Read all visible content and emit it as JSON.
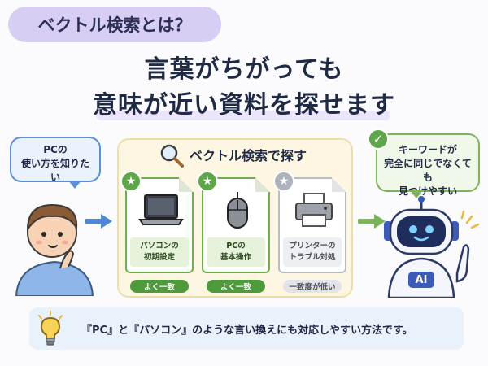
{
  "title": "ベクトル検索とは？",
  "headline": {
    "line1": "言葉がちがっても",
    "line2": "意味が近い資料を探せます"
  },
  "user_bubble": {
    "line1": "PCの",
    "line2": "使い方を知りたい"
  },
  "panel": {
    "title": "ベクトル検索で探す",
    "cards": [
      {
        "line1": "パソコンの",
        "line2": "初期設定",
        "badge": "よく一致",
        "status": "match",
        "icon": "laptop-icon"
      },
      {
        "line1": "PCの",
        "line2": "基本操作",
        "badge": "よく一致",
        "status": "match",
        "icon": "mouse-icon"
      },
      {
        "line1": "プリンターの",
        "line2": "トラブル対処",
        "badge": "一致度が低い",
        "status": "low",
        "icon": "printer-icon"
      }
    ]
  },
  "ai_bubble": {
    "line1": "キーワードが",
    "line2": "完全に同じでなくても",
    "line3": "見つけやすい"
  },
  "robot_label": "AI",
  "tip": "『PC』と『パソコン』のような言い換えにも対応しやすい方法です。",
  "colors": {
    "accent_purple": "#d8cdf3",
    "match_green": "#5da64a",
    "user_blue": "#5b8fd8",
    "panel_bg": "#fdf6e2",
    "tip_bg": "#e9f1fb"
  }
}
